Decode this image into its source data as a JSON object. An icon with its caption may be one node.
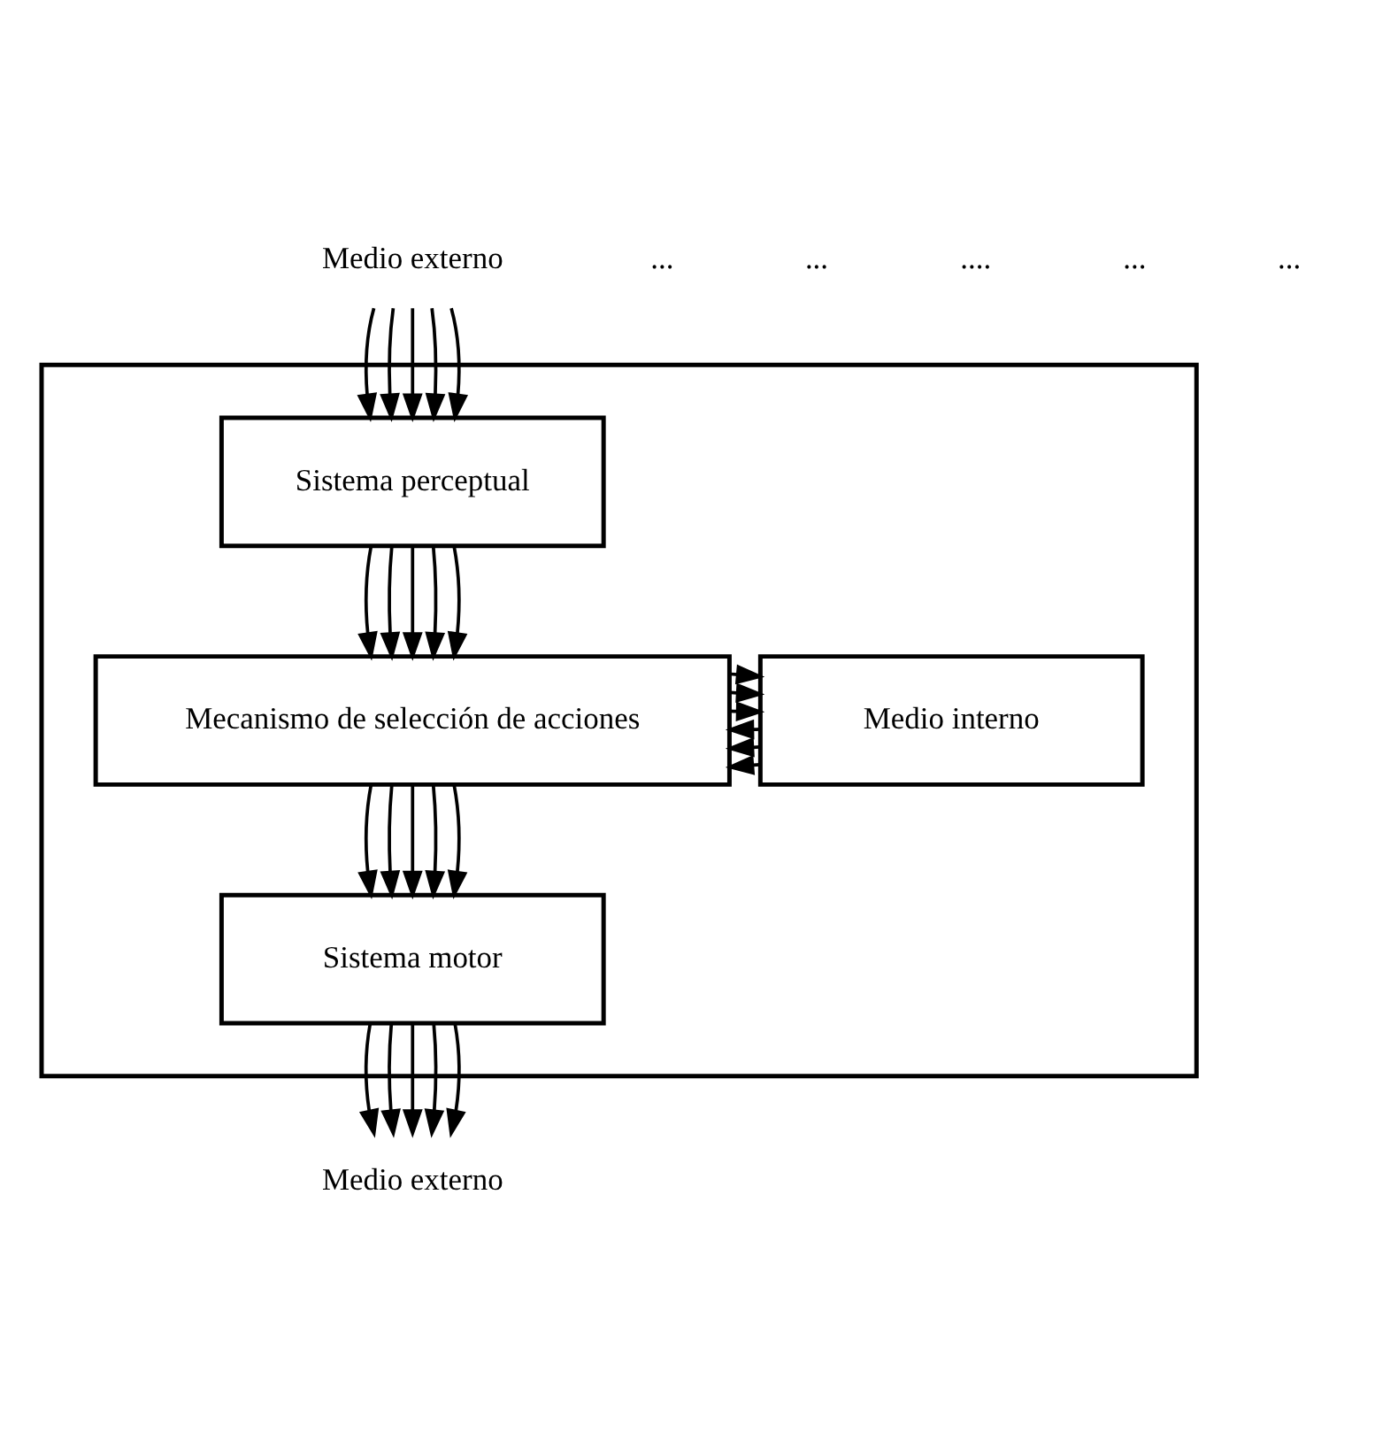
{
  "diagram": {
    "nodes": [
      {
        "text": [
          "Medio externo"
        ]
      },
      {
        "text": [],
        "shape": "box"
      },
      {
        "text": [
          "Sistema perceptual"
        ],
        "in": 1
      },
      {
        "text": [
          "Mecanismo de selección de acciones"
        ],
        "in": 1
      },
      {
        "text": [
          "Medio interno"
        ],
        "in": 1
      },
      {
        "text": [
          "Sistema motor"
        ],
        "in": 1
      },
      {
        "text": [
          "Medio externo"
        ]
      }
    ],
    "edges": [
      {
        "from": 0,
        "to": 2,
        "arrow": "to"
      },
      {
        "from": 0,
        "to": 2,
        "arrow": "to"
      },
      {
        "from": 0,
        "to": 2,
        "arrow": "to"
      },
      {
        "from": 0,
        "to": 2,
        "arrow": "to"
      },
      {
        "from": 0,
        "to": 2,
        "arrow": "to"
      },
      {
        "from": 2,
        "to": 3,
        "arrow": "to"
      },
      {
        "from": 2,
        "to": 3,
        "arrow": "to"
      },
      {
        "from": 2,
        "to": 3,
        "arrow": "to"
      },
      {
        "from": 2,
        "to": 3,
        "arrow": "to"
      },
      {
        "from": 2,
        "to": 3,
        "arrow": "to"
      },
      {
        "from": 4,
        "to": 3,
        "arrow": "to"
      },
      {
        "from": 4,
        "to": 3,
        "arrow": "to"
      },
      {
        "from": 4,
        "to": 3,
        "arrow": "to"
      },
      {
        "from": 3,
        "to": 4,
        "arrow": "to"
      },
      {
        "from": 3,
        "to": 4,
        "arrow": "to"
      },
      {
        "from": 3,
        "to": 4,
        "arrow": "to"
      },
      {
        "from": 3,
        "to": 5,
        "arrow": "to"
      },
      {
        "from": 3,
        "to": 5,
        "arrow": "to"
      },
      {
        "from": 3,
        "to": 5,
        "arrow": "to"
      },
      {
        "from": 3,
        "to": 5,
        "arrow": "to"
      },
      {
        "from": 3,
        "to": 5,
        "arrow": "to"
      },
      {
        "from": 5,
        "to": 6,
        "arrow": "to"
      },
      {
        "from": 5,
        "to": 6,
        "arrow": "to"
      },
      {
        "from": 5,
        "to": 6,
        "arrow": "to"
      },
      {
        "from": 5,
        "to": 6,
        "arrow": "to"
      },
      {
        "from": 5,
        "to": 6,
        "arrow": "to"
      }
    ],
    "labels": [
      "...",
      "...",
      "....",
      "...",
      "..."
    ]
  }
}
